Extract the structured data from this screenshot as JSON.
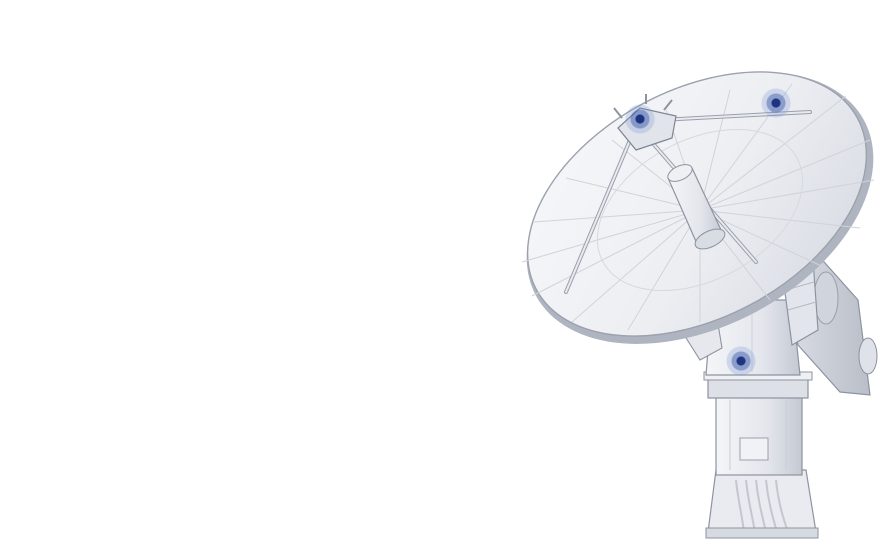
{
  "colors": {
    "background": "#ffffff",
    "dish_face": "#eef0f4",
    "dish_shadow": "#c9ced8",
    "dish_rim": "#a9afbb",
    "structure": "#e7e9ee",
    "structure_shade": "#cfd3db",
    "outline": "#8d93a0",
    "hotspot_core": "#1e3480",
    "hotspot_ring": "rgba(60,90,170,0.55)",
    "hotspot_halo": "rgba(110,140,210,0.25)"
  },
  "hotspots": [
    {
      "name": "feed-hotspot",
      "icon": "dot-marker-icon"
    },
    {
      "name": "reflector-hotspot",
      "icon": "dot-marker-icon"
    },
    {
      "name": "pedestal-hotspot",
      "icon": "dot-marker-icon"
    }
  ]
}
